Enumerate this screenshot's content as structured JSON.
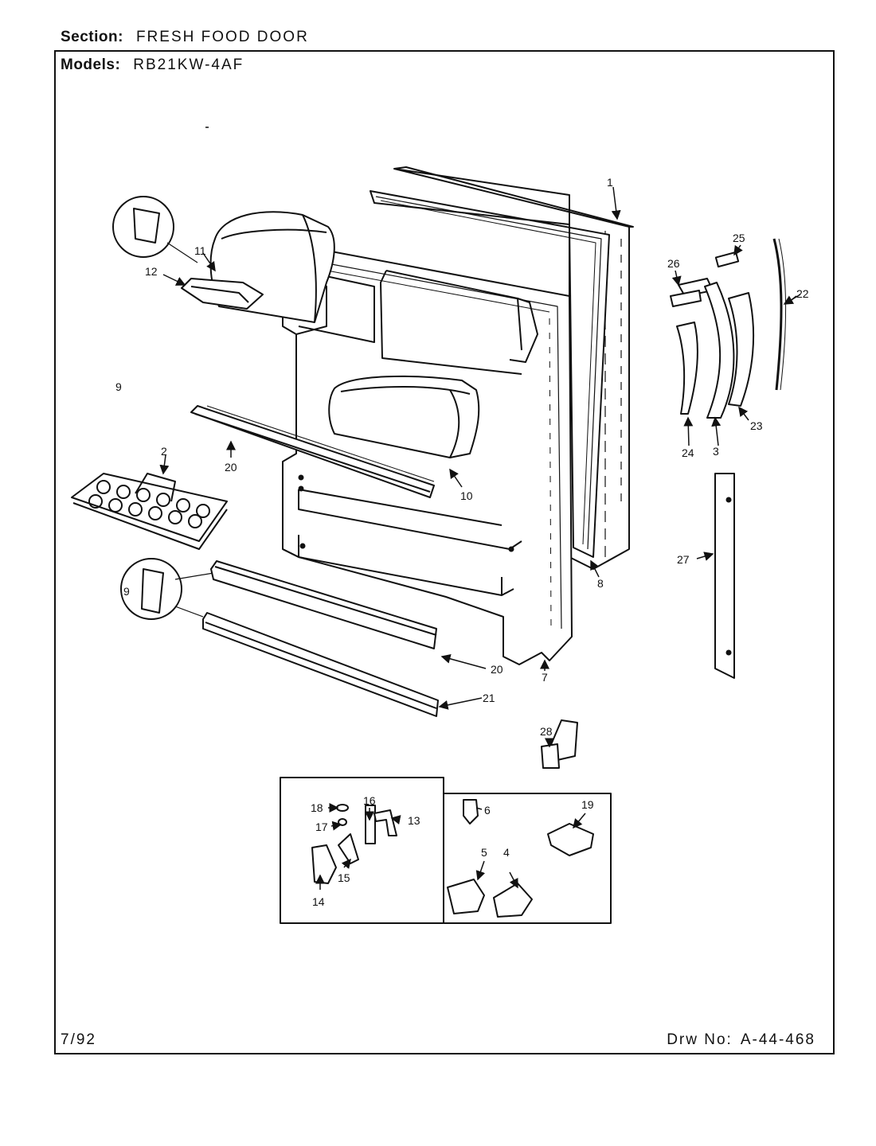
{
  "header": {
    "section_label": "Section:",
    "section_value": "FRESH FOOD DOOR",
    "models_label": "Models:",
    "models_value": "RB21KW-4AF"
  },
  "footer": {
    "date": "7/92",
    "drawing_label": "Drw No:",
    "drawing_number": "A-44-468"
  },
  "callouts": {
    "c1": "1",
    "c2": "2",
    "c3": "3",
    "c4": "4",
    "c5": "5",
    "c6": "6",
    "c7": "7",
    "c8": "8",
    "c9a": "9",
    "c9b": "9",
    "c10": "10",
    "c11": "11",
    "c12": "12",
    "c13": "13",
    "c14": "14",
    "c15": "15",
    "c16": "16",
    "c17": "17",
    "c18": "18",
    "c19": "19",
    "c20a": "20",
    "c20b": "20",
    "c21": "21",
    "c22": "22",
    "c23": "23",
    "c24": "24",
    "c25": "25",
    "c26": "26",
    "c27": "27",
    "c28": "28"
  }
}
